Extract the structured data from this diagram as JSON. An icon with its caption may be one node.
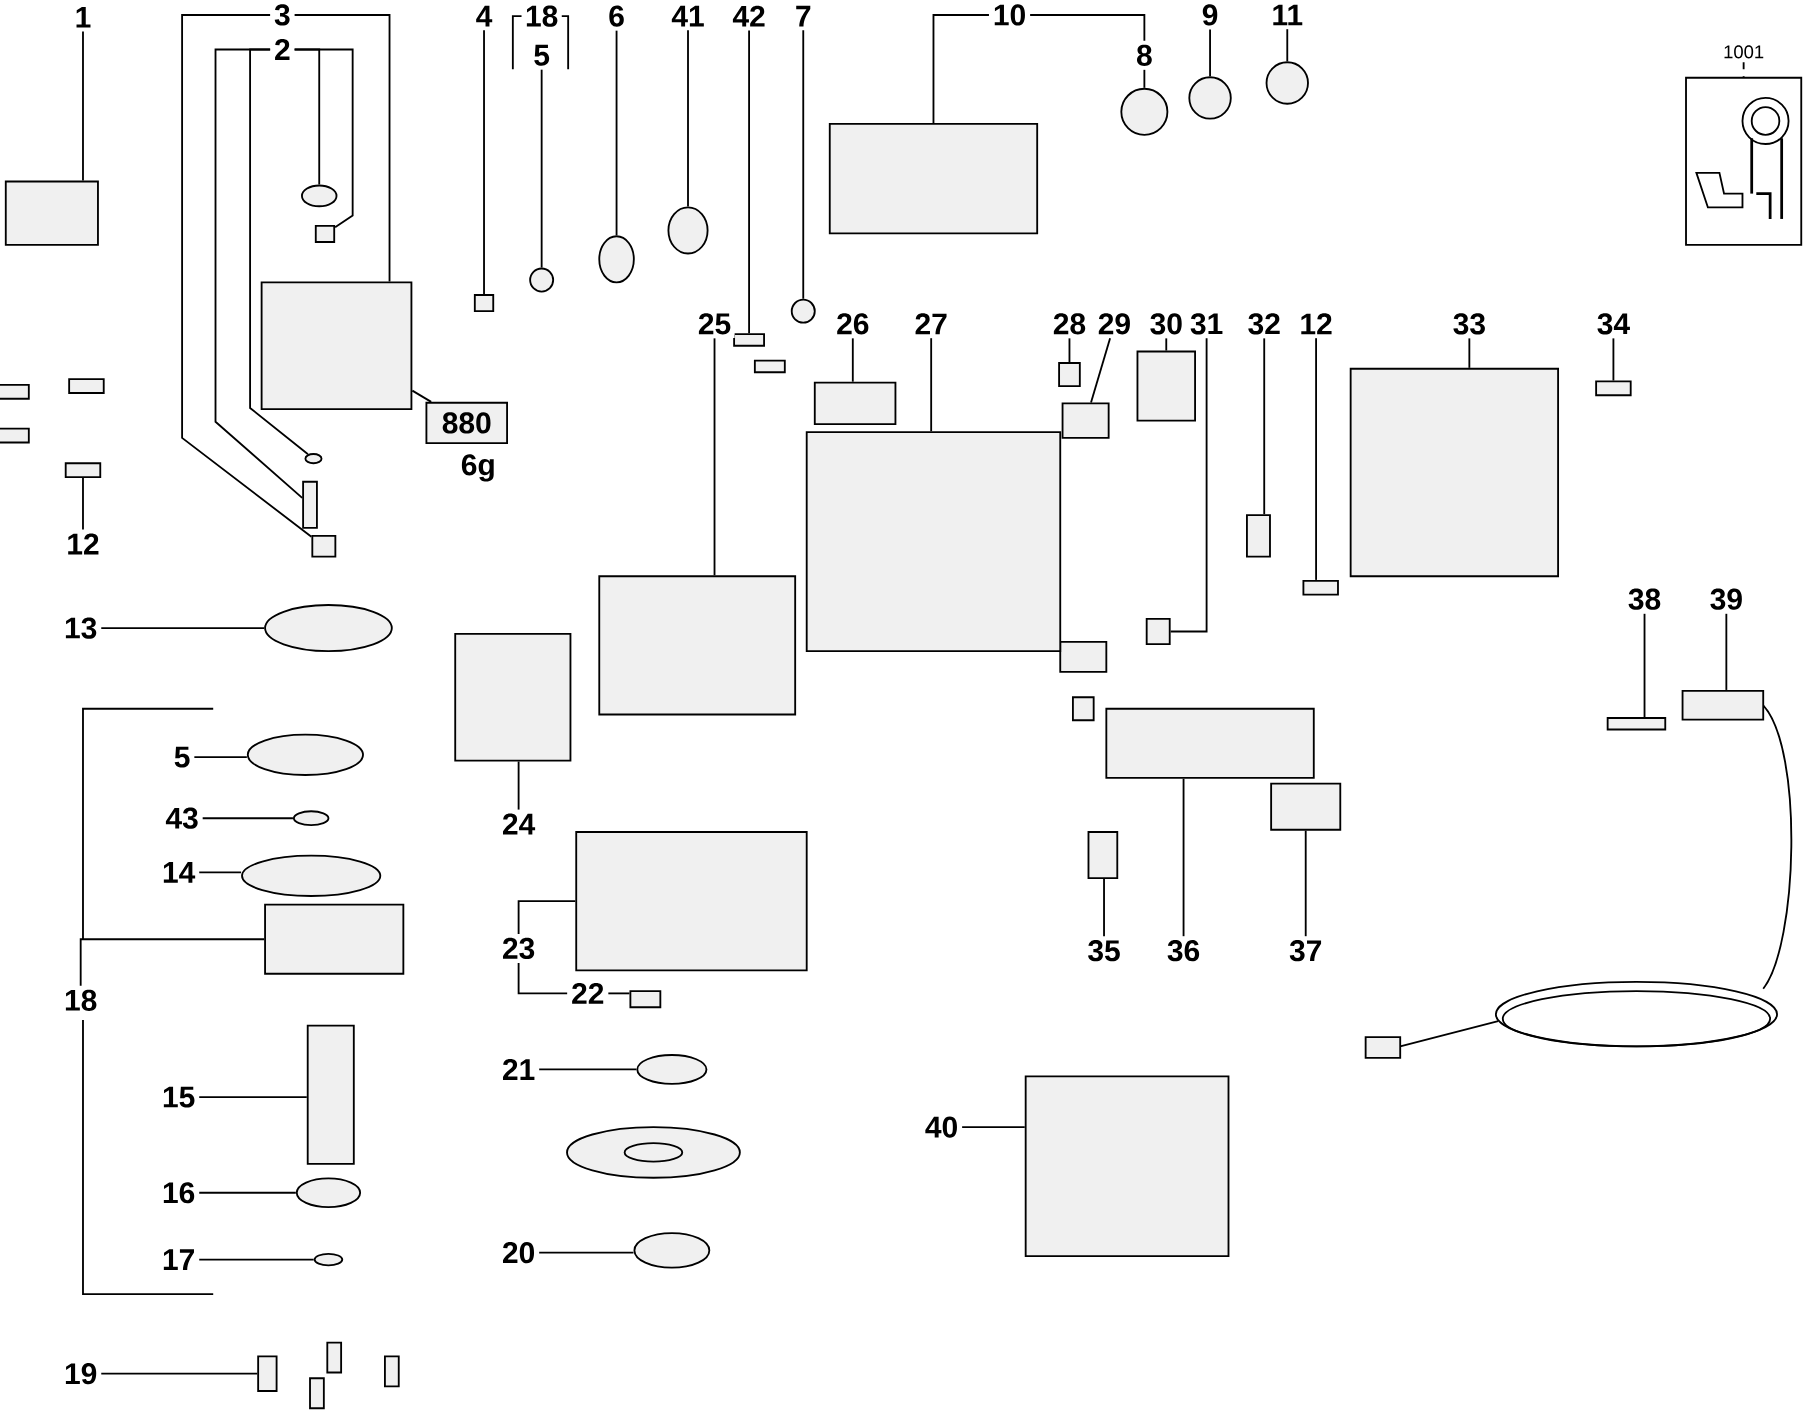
{
  "diagram": {
    "nodes": [
      {
        "text": [
          "1"
        ]
      },
      {
        "text": [],
        "shape": "box"
      },
      {
        "text": [
          "3"
        ]
      },
      {
        "text": [
          "2"
        ]
      },
      {
        "text": [],
        "shape": "circle"
      },
      {
        "text": [],
        "shape": "box"
      },
      {
        "text": [],
        "shape": "box"
      },
      {
        "text": [],
        "shape": "circle"
      },
      {
        "text": [],
        "shape": "box"
      },
      {
        "text": [],
        "shape": "box"
      },
      {
        "text": [
          "880"
        ],
        "beside": [
          "6g"
        ]
      },
      {
        "text": [
          "12"
        ]
      },
      {
        "text": [],
        "shape": "box"
      },
      {
        "text": [
          "4"
        ]
      },
      {
        "text": [],
        "shape": "box"
      },
      {
        "text": [
          "18"
        ]
      },
      {
        "text": [
          "5"
        ]
      },
      {
        "text": [],
        "shape": "circle"
      },
      {
        "text": [
          "6"
        ]
      },
      {
        "text": [],
        "shape": "circle"
      },
      {
        "text": [
          "41"
        ]
      },
      {
        "text": [],
        "shape": "circle"
      },
      {
        "text": [
          "42"
        ]
      },
      {
        "text": [],
        "shape": "box"
      },
      {
        "text": [
          "7"
        ]
      },
      {
        "text": [],
        "shape": "circle"
      },
      {
        "text": [
          "10"
        ]
      },
      {
        "text": [],
        "shape": "box"
      },
      {
        "text": [
          "8"
        ]
      },
      {
        "text": [],
        "shape": "circle"
      },
      {
        "text": [
          "9"
        ]
      },
      {
        "text": [],
        "shape": "circle"
      },
      {
        "text": [
          "11"
        ]
      },
      {
        "text": [],
        "shape": "circle"
      },
      {
        "text": [
          "1001"
        ]
      },
      {
        "text": [],
        "shape": "picture"
      },
      {
        "text": [
          "25"
        ]
      },
      {
        "text": [],
        "shape": "box"
      },
      {
        "text": [
          "26"
        ]
      },
      {
        "text": [],
        "shape": "box"
      },
      {
        "text": [
          "27"
        ]
      },
      {
        "text": [],
        "shape": "box"
      },
      {
        "text": [
          "28"
        ]
      },
      {
        "text": [],
        "shape": "box"
      },
      {
        "text": [
          "29"
        ]
      },
      {
        "text": [],
        "shape": "box"
      },
      {
        "text": [
          "30"
        ]
      },
      {
        "text": [],
        "shape": "box"
      },
      {
        "text": [
          "31"
        ]
      },
      {
        "text": [],
        "shape": "box"
      },
      {
        "text": [
          "32"
        ]
      },
      {
        "text": [],
        "shape": "box"
      },
      {
        "text": [
          "12"
        ]
      },
      {
        "text": [],
        "shape": "box"
      },
      {
        "text": [
          "33"
        ]
      },
      {
        "text": [],
        "shape": "box"
      },
      {
        "text": [
          "34"
        ]
      },
      {
        "text": [],
        "shape": "box"
      },
      {
        "text": [
          "13"
        ]
      },
      {
        "text": [],
        "shape": "circle"
      },
      {
        "text": [
          "24"
        ]
      },
      {
        "text": [],
        "shape": "box"
      },
      {
        "text": [
          "5"
        ]
      },
      {
        "text": [],
        "shape": "circle"
      },
      {
        "text": [
          "43"
        ]
      },
      {
        "text": [],
        "shape": "circle"
      },
      {
        "text": [
          "14"
        ]
      },
      {
        "text": [],
        "shape": "circle"
      },
      {
        "text": [
          "18"
        ]
      },
      {
        "text": [],
        "shape": "box"
      },
      {
        "text": [
          "23"
        ]
      },
      {
        "text": [],
        "shape": "box"
      },
      {
        "text": [
          "22"
        ]
      },
      {
        "text": [],
        "shape": "box"
      },
      {
        "text": [
          "15"
        ]
      },
      {
        "text": [],
        "shape": "box"
      },
      {
        "text": [
          "21"
        ]
      },
      {
        "text": [],
        "shape": "circle"
      },
      {
        "text": [
          "38"
        ]
      },
      {
        "text": [],
        "shape": "box"
      },
      {
        "text": [
          "39"
        ]
      },
      {
        "text": [],
        "shape": "box"
      },
      {
        "text": [
          "35"
        ]
      },
      {
        "text": [],
        "shape": "box"
      },
      {
        "text": [
          "36"
        ]
      },
      {
        "text": [],
        "shape": "box"
      },
      {
        "text": [
          "37"
        ]
      },
      {
        "text": [],
        "shape": "box"
      },
      {
        "text": [
          "16"
        ]
      },
      {
        "text": [],
        "shape": "circle"
      },
      {
        "text": [
          "40"
        ]
      },
      {
        "text": [],
        "shape": "box"
      },
      {
        "text": [
          "17"
        ]
      },
      {
        "text": [],
        "shape": "circle"
      },
      {
        "text": [
          "20"
        ]
      },
      {
        "text": [],
        "shape": "circle"
      },
      {
        "text": [
          "19"
        ]
      },
      {
        "text": [],
        "shape": "box"
      }
    ],
    "edges": [
      {
        "from": 0,
        "to": 1,
        "arrow": "none"
      },
      {
        "from": 2,
        "to": 6,
        "arrow": "none"
      },
      {
        "from": 2,
        "to": 9,
        "arrow": "none"
      },
      {
        "from": 3,
        "to": 4,
        "arrow": "none"
      },
      {
        "from": 3,
        "to": 5,
        "arrow": "none"
      },
      {
        "from": 3,
        "to": 7,
        "arrow": "none"
      },
      {
        "from": 3,
        "to": 8,
        "arrow": "none"
      },
      {
        "from": 6,
        "to": 10,
        "arrow": "none"
      },
      {
        "from": 11,
        "to": 12,
        "arrow": "none"
      },
      {
        "from": 13,
        "to": 14,
        "arrow": "none"
      },
      {
        "from": 16,
        "to": 17,
        "arrow": "none"
      },
      {
        "from": 18,
        "to": 19,
        "arrow": "none"
      },
      {
        "from": 20,
        "to": 21,
        "arrow": "none"
      },
      {
        "from": 22,
        "to": 23,
        "arrow": "none"
      },
      {
        "from": 24,
        "to": 25,
        "arrow": "none"
      },
      {
        "from": 26,
        "to": 27,
        "arrow": "none"
      },
      {
        "from": 26,
        "to": 28,
        "arrow": "none"
      },
      {
        "from": 28,
        "to": 29,
        "arrow": "none"
      },
      {
        "from": 30,
        "to": 31,
        "arrow": "none"
      },
      {
        "from": 32,
        "to": 33,
        "arrow": "none"
      },
      {
        "from": 34,
        "to": 35,
        "arrow": "none",
        "style": "dashed"
      },
      {
        "from": 36,
        "to": 37,
        "arrow": "none"
      },
      {
        "from": 38,
        "to": 39,
        "arrow": "none"
      },
      {
        "from": 40,
        "to": 41,
        "arrow": "none"
      },
      {
        "from": 42,
        "to": 43,
        "arrow": "none"
      },
      {
        "from": 44,
        "to": 45,
        "arrow": "none"
      },
      {
        "from": 46,
        "to": 47,
        "arrow": "none"
      },
      {
        "from": 48,
        "to": 49,
        "arrow": "none"
      },
      {
        "from": 50,
        "to": 51,
        "arrow": "none"
      },
      {
        "from": 52,
        "to": 53,
        "arrow": "none"
      },
      {
        "from": 54,
        "to": 55,
        "arrow": "none"
      },
      {
        "from": 56,
        "to": 57,
        "arrow": "none"
      },
      {
        "from": 58,
        "to": 59,
        "arrow": "none"
      },
      {
        "from": 60,
        "to": 61,
        "arrow": "none"
      },
      {
        "from": 62,
        "to": 63,
        "arrow": "none"
      },
      {
        "from": 64,
        "to": 65,
        "arrow": "none"
      },
      {
        "from": 66,
        "to": 67,
        "arrow": "none"
      },
      {
        "from": 68,
        "to": 69,
        "arrow": "none"
      },
      {
        "from": 70,
        "to": 71,
        "arrow": "none"
      },
      {
        "from": 70,
        "to": 72,
        "arrow": "none"
      },
      {
        "from": 72,
        "to": 73,
        "arrow": "none"
      },
      {
        "from": 74,
        "to": 75,
        "arrow": "none"
      },
      {
        "from": 76,
        "to": 77,
        "arrow": "none"
      },
      {
        "from": 78,
        "to": 79,
        "arrow": "none"
      },
      {
        "from": 80,
        "to": 81,
        "arrow": "none"
      },
      {
        "from": 82,
        "to": 83,
        "arrow": "none"
      },
      {
        "from": 84,
        "to": 85,
        "arrow": "none"
      },
      {
        "from": 86,
        "to": 87,
        "arrow": "none"
      },
      {
        "from": 88,
        "to": 89,
        "arrow": "none"
      },
      {
        "from": 90,
        "to": 91,
        "arrow": "none"
      },
      {
        "from": 92,
        "to": 93,
        "arrow": "none"
      },
      {
        "from": 94,
        "to": 95,
        "arrow": "none"
      },
      {
        "from": 96,
        "to": 97,
        "arrow": "none"
      }
    ]
  }
}
